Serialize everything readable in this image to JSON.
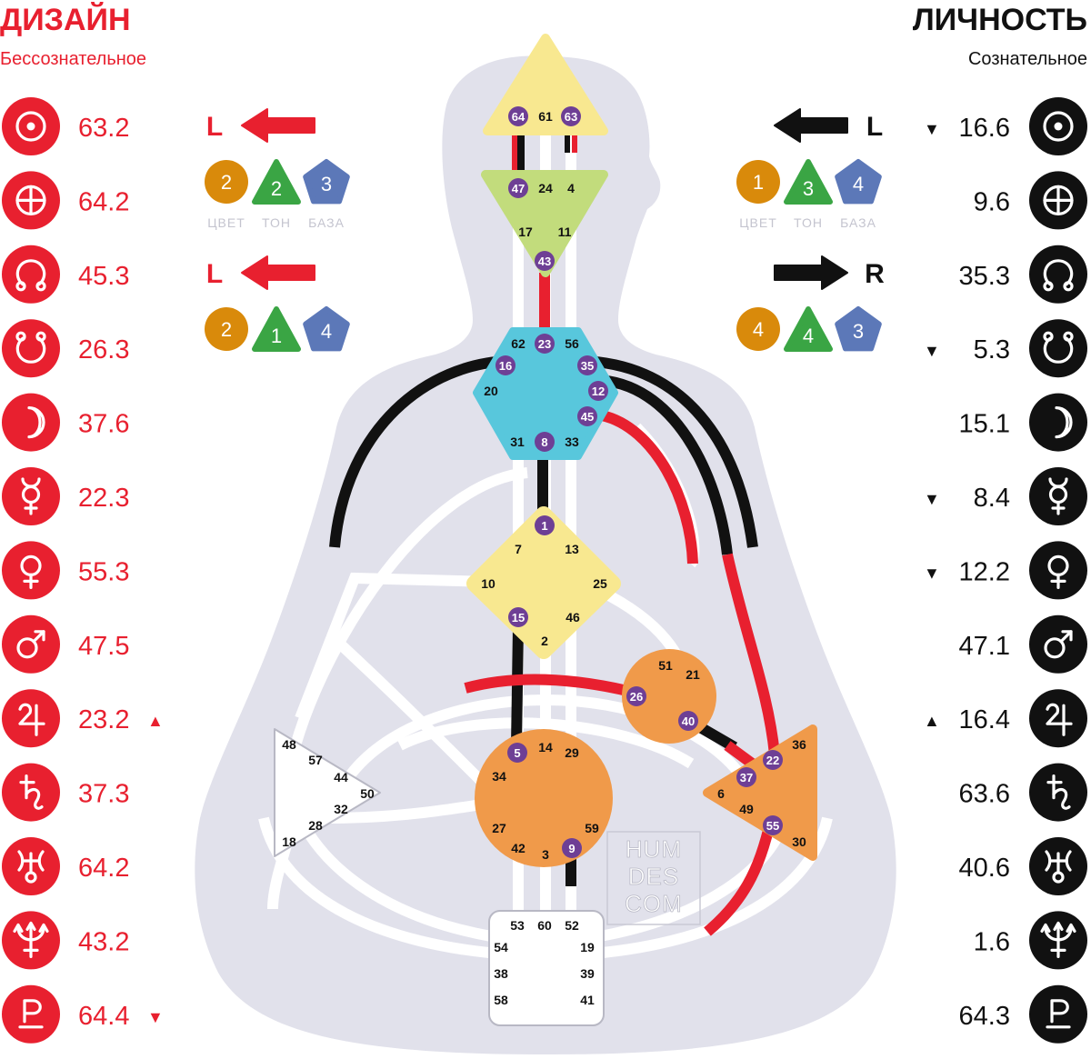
{
  "design": {
    "title": "ДИЗАЙН",
    "subtitle": "Бессознательное",
    "color": "#e8202f",
    "planets": [
      {
        "icon": "sun-icon",
        "value": "63.2",
        "marker": ""
      },
      {
        "icon": "earth-icon",
        "value": "64.2",
        "marker": ""
      },
      {
        "icon": "north-node-icon",
        "value": "45.3",
        "marker": ""
      },
      {
        "icon": "south-node-icon",
        "value": "26.3",
        "marker": ""
      },
      {
        "icon": "moon-icon",
        "value": "37.6",
        "marker": ""
      },
      {
        "icon": "mercury-icon",
        "value": "22.3",
        "marker": ""
      },
      {
        "icon": "venus-icon",
        "value": "55.3",
        "marker": ""
      },
      {
        "icon": "mars-icon",
        "value": "47.5",
        "marker": ""
      },
      {
        "icon": "jupiter-icon",
        "value": "23.2",
        "marker": "▲"
      },
      {
        "icon": "saturn-icon",
        "value": "37.3",
        "marker": ""
      },
      {
        "icon": "uranus-icon",
        "value": "64.2",
        "marker": ""
      },
      {
        "icon": "neptune-icon",
        "value": "43.2",
        "marker": ""
      },
      {
        "icon": "pluto-icon",
        "value": "64.4",
        "marker": "▼"
      }
    ],
    "variables": [
      {
        "direction": "L",
        "color_num": "2",
        "tone_num": "2",
        "base_num": "3",
        "labels": [
          "ЦВЕТ",
          "ТОН",
          "БАЗА"
        ]
      },
      {
        "direction": "L",
        "color_num": "2",
        "tone_num": "1",
        "base_num": "4",
        "labels": []
      }
    ]
  },
  "personality": {
    "title": "ЛИЧНОСТЬ",
    "subtitle": "Сознательное",
    "color": "#111111",
    "planets": [
      {
        "icon": "sun-icon",
        "value": "16.6",
        "marker": "▼"
      },
      {
        "icon": "earth-icon",
        "value": "9.6",
        "marker": ""
      },
      {
        "icon": "north-node-icon",
        "value": "35.3",
        "marker": ""
      },
      {
        "icon": "south-node-icon",
        "value": "5.3",
        "marker": "▼"
      },
      {
        "icon": "moon-icon",
        "value": "15.1",
        "marker": ""
      },
      {
        "icon": "mercury-icon",
        "value": "8.4",
        "marker": "▼"
      },
      {
        "icon": "venus-icon",
        "value": "12.2",
        "marker": "▼"
      },
      {
        "icon": "mars-icon",
        "value": "47.1",
        "marker": ""
      },
      {
        "icon": "jupiter-icon",
        "value": "16.4",
        "marker": "▲"
      },
      {
        "icon": "saturn-icon",
        "value": "63.6",
        "marker": ""
      },
      {
        "icon": "uranus-icon",
        "value": "40.6",
        "marker": ""
      },
      {
        "icon": "neptune-icon",
        "value": "1.6",
        "marker": ""
      },
      {
        "icon": "pluto-icon",
        "value": "64.3",
        "marker": ""
      }
    ],
    "variables": [
      {
        "direction": "L",
        "color_num": "1",
        "tone_num": "3",
        "base_num": "4",
        "labels": [
          "ЦВЕТ",
          "ТОН",
          "БАЗА"
        ]
      },
      {
        "direction": "R",
        "color_num": "4",
        "tone_num": "4",
        "base_num": "3",
        "labels": []
      }
    ]
  },
  "variable_colors": {
    "color": "#d98a0b",
    "tone": "#3aa544",
    "base": "#5c78b8"
  },
  "watermark": [
    "HUM",
    "DES",
    "COM"
  ],
  "colors": {
    "body": "#e1e1eb",
    "head": "#f8e890",
    "ajna": "#c2dc7c",
    "throat": "#58c7dc",
    "g": "#f8e890",
    "heart": "#f09a4a",
    "sacral": "#f09a4a",
    "solar": "#f09a4a",
    "spleen": "#ffffff",
    "root": "#ffffff",
    "gate_dot": "#6e3f95",
    "channel_white": "#ffffff"
  },
  "centers": {
    "head": {
      "gates": [
        "64",
        "61",
        "63"
      ],
      "active": [
        "64",
        "63"
      ]
    },
    "ajna": {
      "gates": [
        "47",
        "24",
        "4",
        "17",
        "11",
        "43"
      ],
      "active": [
        "47",
        "43"
      ]
    },
    "throat": {
      "gates": [
        "62",
        "23",
        "56",
        "16",
        "35",
        "20",
        "12",
        "45",
        "31",
        "8",
        "33"
      ],
      "active": [
        "23",
        "16",
        "35",
        "12",
        "45",
        "8"
      ]
    },
    "g": {
      "gates": [
        "1",
        "7",
        "13",
        "10",
        "25",
        "15",
        "46",
        "2"
      ],
      "active": [
        "1",
        "15"
      ]
    },
    "heart": {
      "gates": [
        "51",
        "21",
        "26",
        "40"
      ],
      "active": [
        "26",
        "40"
      ]
    },
    "spleen": {
      "gates": [
        "48",
        "57",
        "44",
        "50",
        "32",
        "28",
        "18"
      ],
      "active": []
    },
    "sacral": {
      "gates": [
        "5",
        "14",
        "29",
        "34",
        "27",
        "59",
        "42",
        "3",
        "9"
      ],
      "active": [
        "5",
        "9"
      ]
    },
    "solar": {
      "gates": [
        "36",
        "22",
        "37",
        "6",
        "49",
        "55",
        "30"
      ],
      "active": [
        "22",
        "37",
        "55"
      ]
    },
    "root": {
      "gates": [
        "53",
        "60",
        "52",
        "54",
        "19",
        "38",
        "39",
        "58",
        "41"
      ],
      "active": []
    }
  }
}
